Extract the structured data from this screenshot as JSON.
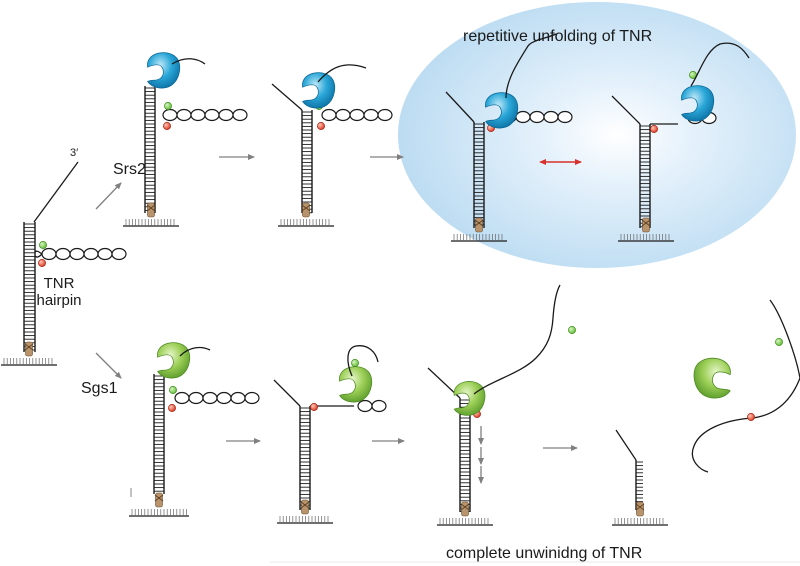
{
  "labels": {
    "prime_end": "3′",
    "substrate_line1": "TNR",
    "substrate_line2": "hairpin",
    "helicase_top": "Srs2",
    "helicase_bottom": "Sgs1",
    "top_process": "repetitive unfolding of TNR",
    "bottom_process": "complete unwinidng of TNR"
  },
  "colors": {
    "srs2": "#2aa7d8",
    "sgs1": "#8cc63f",
    "donor_dye": "#7ccd4a",
    "acceptor_dye": "#e8503a",
    "bubble": "#cfe6f6",
    "arrow": "#808080",
    "swap_arrow": "#d8302a",
    "dna": "#1a1a1a",
    "anchor": "#b9936b"
  }
}
